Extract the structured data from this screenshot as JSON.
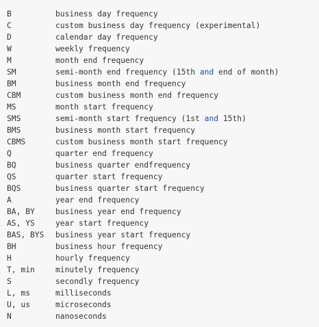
{
  "colors": {
    "background": "#f7f7f7",
    "text": "#333333",
    "keyword": "#1f4e9c"
  },
  "aliases": [
    {
      "code": "B",
      "description": "business day frequency"
    },
    {
      "code": "C",
      "description": "custom business day frequency (experimental)"
    },
    {
      "code": "D",
      "description": "calendar day frequency"
    },
    {
      "code": "W",
      "description": "weekly frequency"
    },
    {
      "code": "M",
      "description": "month end frequency"
    },
    {
      "code": "SM",
      "description_parts": [
        "semi-month end frequency (15th ",
        "and",
        " end of month)"
      ]
    },
    {
      "code": "BM",
      "description": "business month end frequency"
    },
    {
      "code": "CBM",
      "description": "custom business month end frequency"
    },
    {
      "code": "MS",
      "description": "month start frequency"
    },
    {
      "code": "SMS",
      "description_parts": [
        "semi-month start frequency (1st ",
        "and",
        " 15th)"
      ]
    },
    {
      "code": "BMS",
      "description": "business month start frequency"
    },
    {
      "code": "CBMS",
      "description": "custom business month start frequency"
    },
    {
      "code": "Q",
      "description": "quarter end frequency"
    },
    {
      "code": "BQ",
      "description": "business quarter endfrequency"
    },
    {
      "code": "QS",
      "description": "quarter start frequency"
    },
    {
      "code": "BQS",
      "description": "business quarter start frequency"
    },
    {
      "code": "A",
      "description": "year end frequency"
    },
    {
      "code": "BA, BY",
      "description": "business year end frequency"
    },
    {
      "code": "AS, YS",
      "description": "year start frequency"
    },
    {
      "code": "BAS, BYS",
      "description": "business year start frequency"
    },
    {
      "code": "BH",
      "description": "business hour frequency"
    },
    {
      "code": "H",
      "description": "hourly frequency"
    },
    {
      "code": "T, min",
      "description": "minutely frequency"
    },
    {
      "code": "S",
      "description": "secondly frequency"
    },
    {
      "code": "L, ms",
      "description": "milliseconds"
    },
    {
      "code": "U, us",
      "description": "microseconds"
    },
    {
      "code": "N",
      "description": "nanoseconds"
    }
  ]
}
